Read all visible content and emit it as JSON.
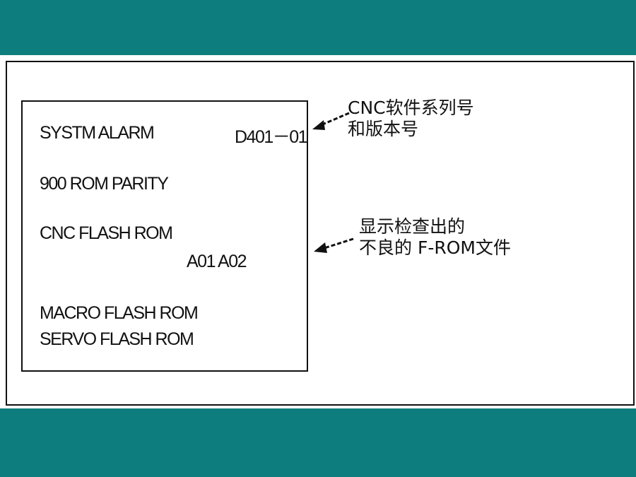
{
  "colors": {
    "background": "#0e7d7d",
    "panel": "#ffffff",
    "ink": "#111111"
  },
  "screen": {
    "alarm_title": "SYSTM ALARM",
    "series_version": "D401－01",
    "parity_error": "900 ROM PARITY",
    "cnc_flash_rom": "CNC FLASH ROM",
    "bad_files": "A01 A02",
    "macro_flash_rom": "MACRO FLASH ROM",
    "servo_flash_rom": "SERVO FLASH ROM"
  },
  "annotations": {
    "version_note_line1": "CNC软件系列号",
    "version_note_line2": "和版本号",
    "bad_file_note_line1": "显示检查出的",
    "bad_file_note_line2": "不良的 F-ROM文件"
  }
}
